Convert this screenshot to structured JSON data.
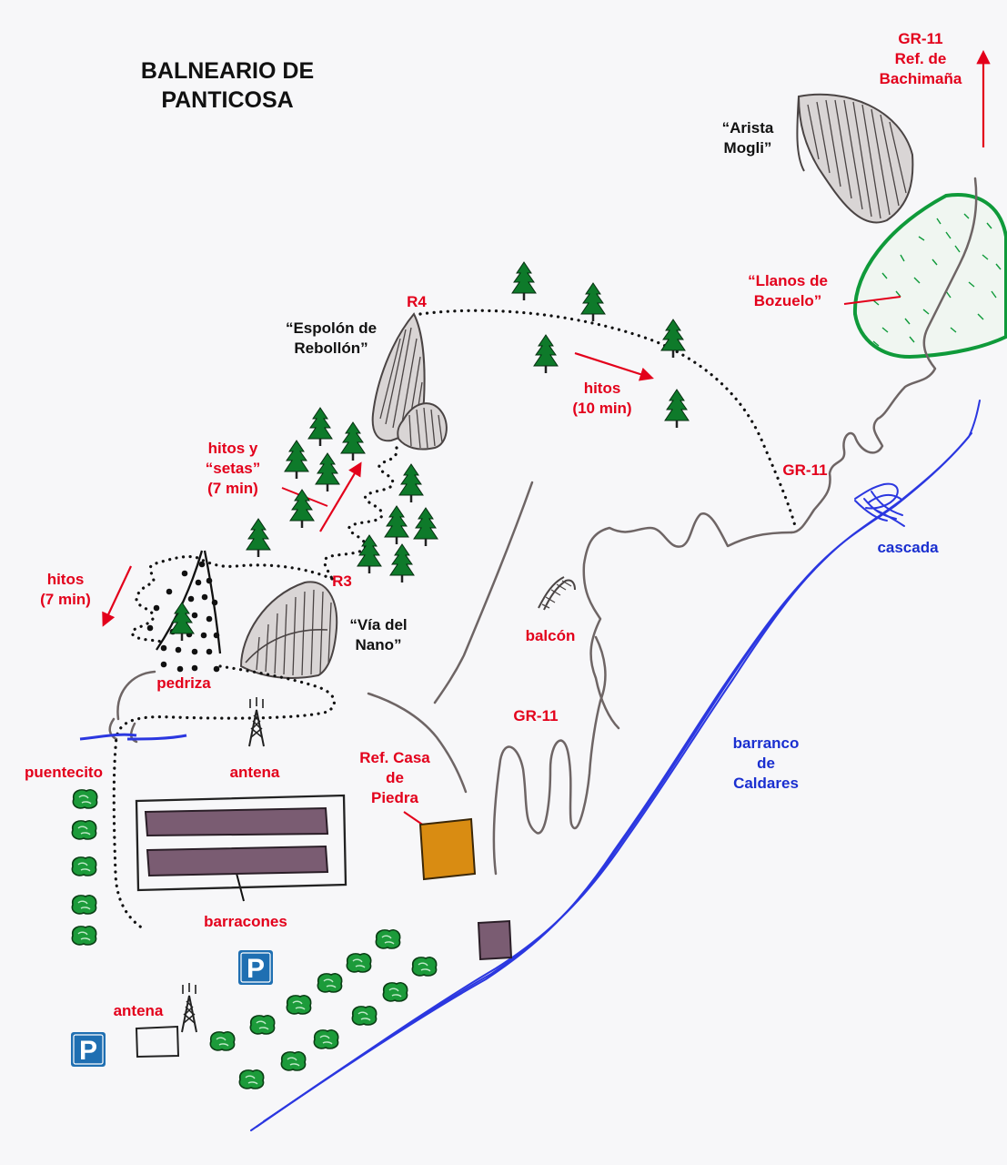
{
  "title": {
    "line1": "BALNEARIO DE",
    "line2": "PANTICOSA"
  },
  "labels": {
    "gr11_top_1": "GR-11",
    "gr11_top_2": "Ref. de",
    "gr11_top_3": "Bachimaña",
    "arista_1": "“Arista",
    "arista_2": "Mogli”",
    "llanos_1": "“Llanos de",
    "llanos_2": "Bozuelo”",
    "r4": "R4",
    "espolon_1": "“Espolón de",
    "espolon_2": "Rebollón”",
    "hitos10_1": "hitos",
    "hitos10_2": "(10 min)",
    "gr11_mid": "GR-11",
    "hitos_setas_1": "hitos y",
    "hitos_setas_2": "“setas”",
    "hitos_setas_3": "(7 min)",
    "cascada": "cascada",
    "r3": "R3",
    "hitos7_1": "hitos",
    "hitos7_2": "(7 min)",
    "via_nano_1": "“Vía del",
    "via_nano_2": "Nano”",
    "balcon": "balcón",
    "pedriza": "pedriza",
    "gr11_low": "GR-11",
    "barranco_1": "barranco",
    "barranco_2": "de",
    "barranco_3": "Caldares",
    "puentecito": "puentecito",
    "antena_1": "antena",
    "ref_casa_1": "Ref. Casa",
    "ref_casa_2": "de",
    "ref_casa_3": "Piedra",
    "barracones": "barracones",
    "antena_2": "antena",
    "parking_1": "P",
    "parking_2": "P"
  },
  "colors": {
    "label_red": "#e3001b",
    "label_black": "#111111",
    "river_blue": "#2b37e0",
    "trail_gray": "#6e6565",
    "meadow_green": "#0f9a3a",
    "tree_green": "#0e7a2a",
    "barracones_purple": "#7a5c72",
    "refugio_orange": "#d98c12",
    "parking_blue": "#1f6fb2"
  },
  "icons": [
    "pine-tree-icon",
    "bush-icon",
    "antenna-icon",
    "parking-icon",
    "arrow-icon"
  ]
}
